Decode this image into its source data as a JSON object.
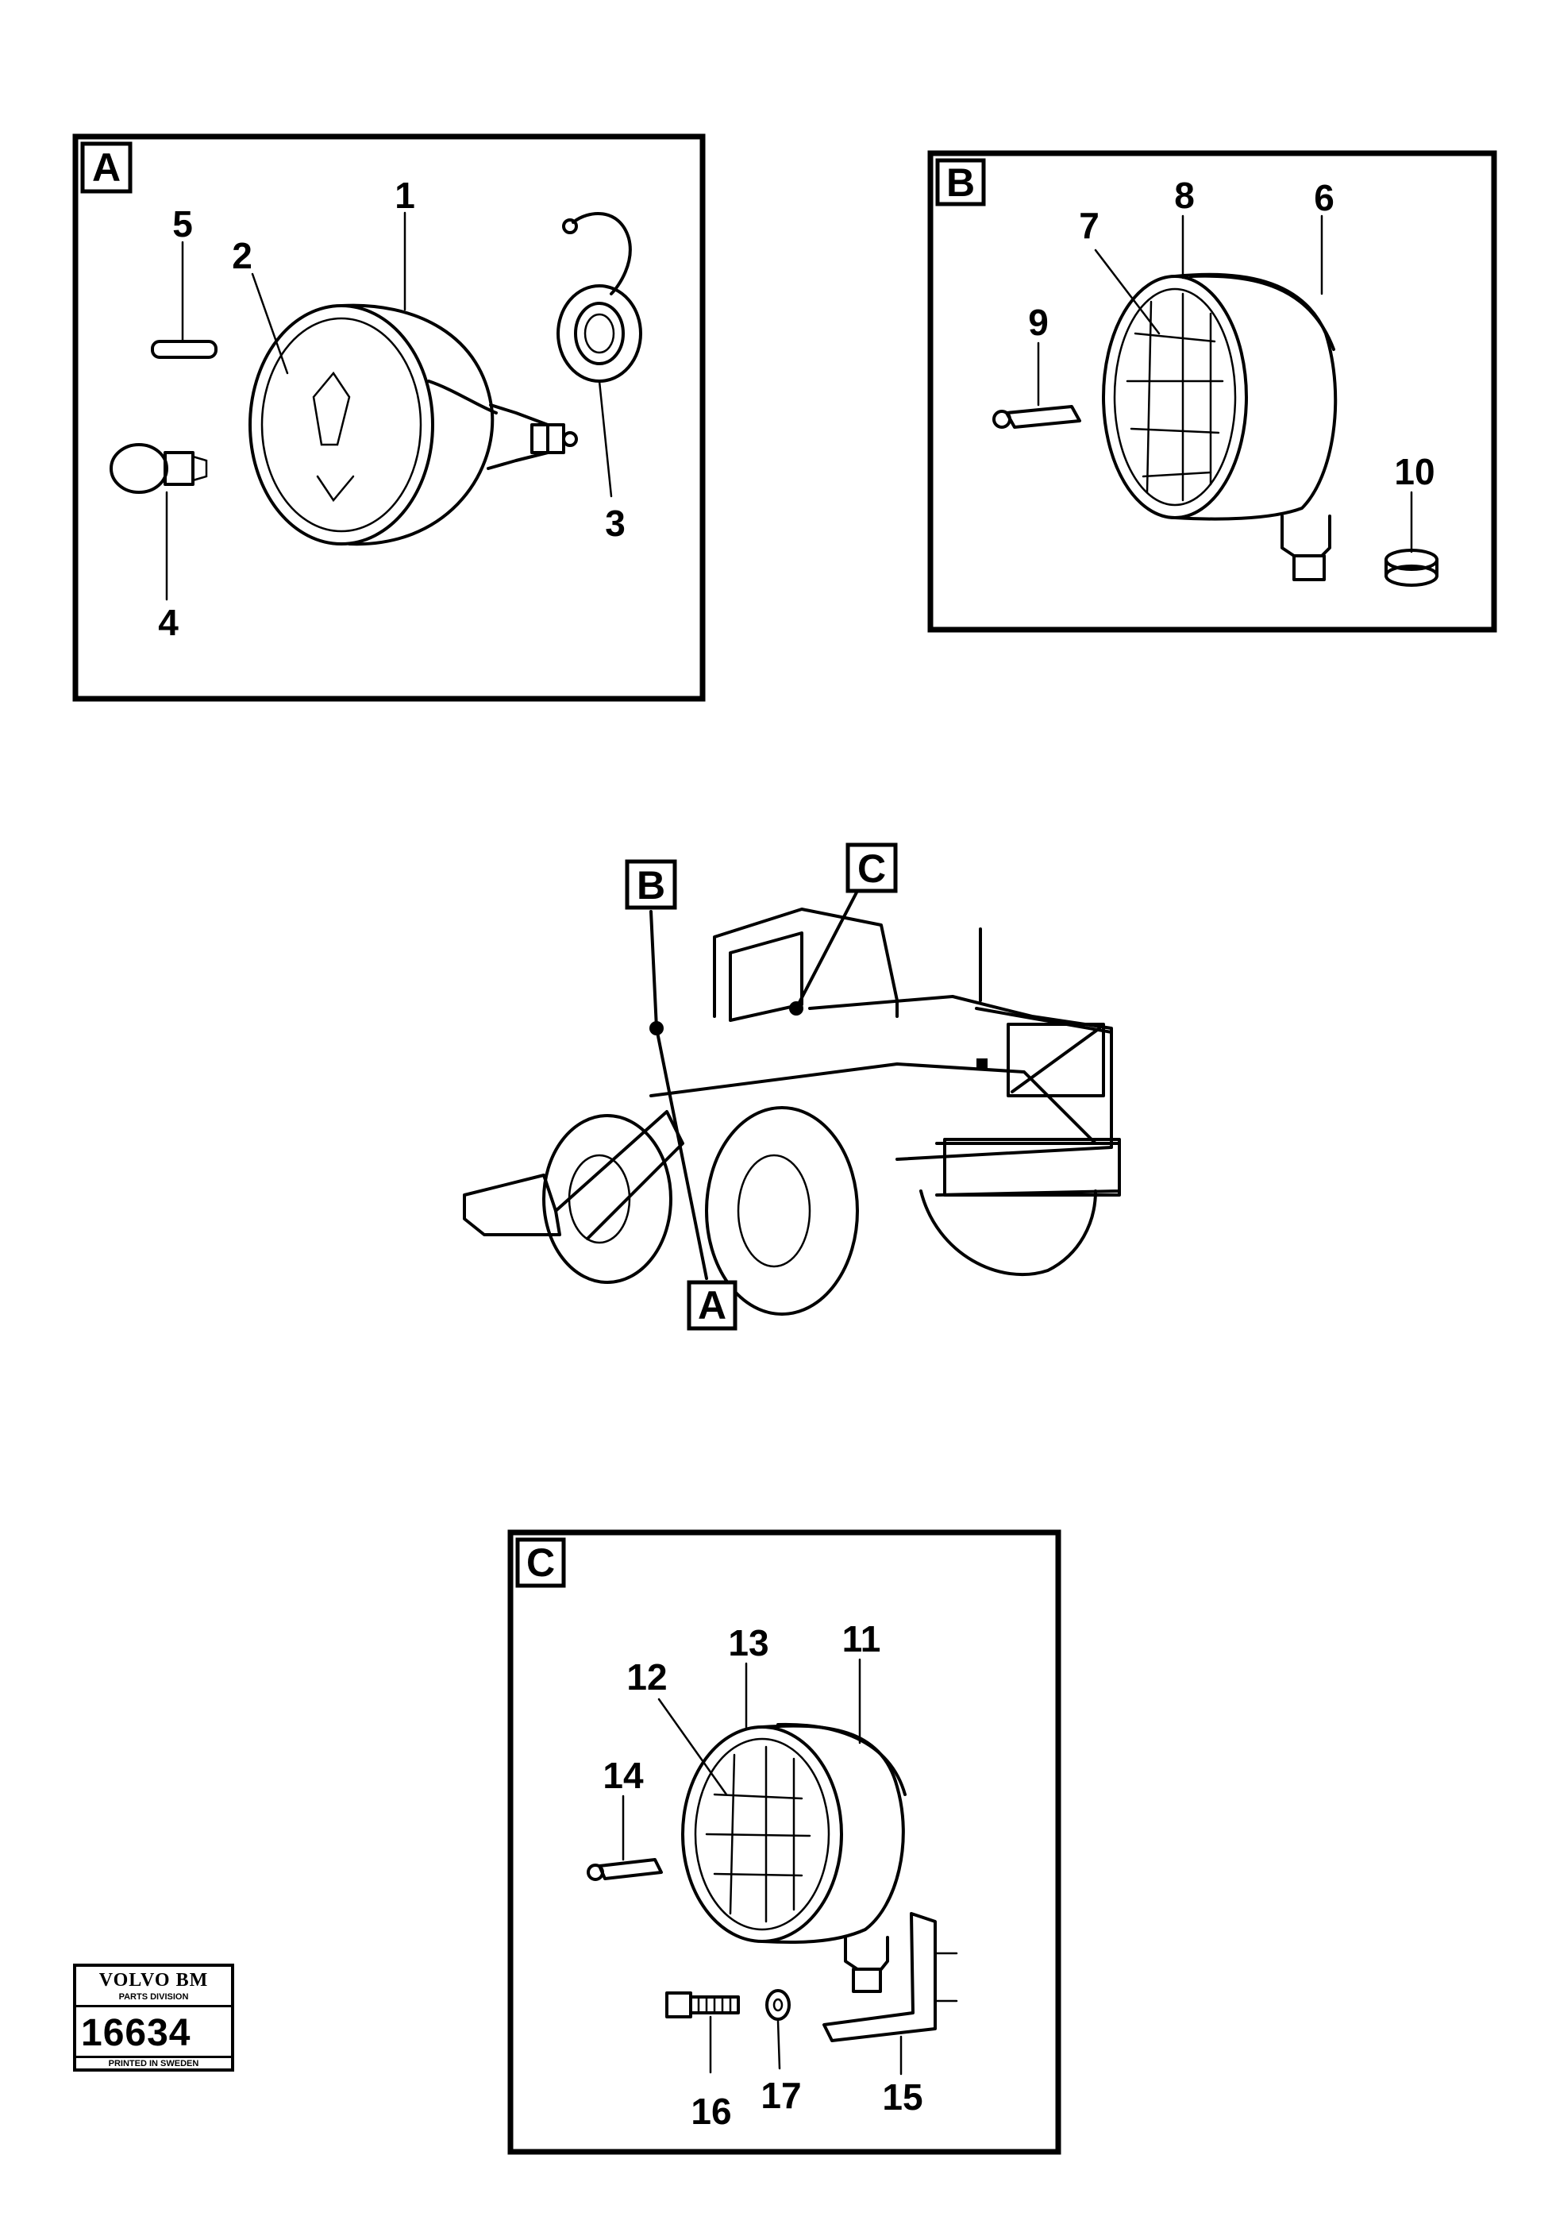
{
  "panels": {
    "a": {
      "letter": "A"
    },
    "b": {
      "letter": "B"
    },
    "c": {
      "letter": "C"
    }
  },
  "loader_callouts": {
    "b": "B",
    "c": "C",
    "a": "A"
  },
  "part_numbers": [
    "1",
    "2",
    "3",
    "4",
    "5",
    "6",
    "7",
    "8",
    "9",
    "10",
    "11",
    "12",
    "13",
    "14",
    "15",
    "16",
    "17"
  ],
  "badge": {
    "brand": "VOLVO BM",
    "division": "PARTS DIVISION",
    "code": "16634",
    "printed": "PRINTED IN SWEDEN"
  }
}
